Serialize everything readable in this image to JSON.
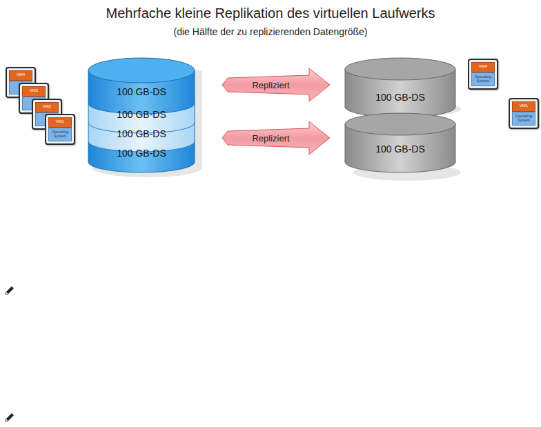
{
  "diagram": {
    "title": "Mehrfache kleine Replikation des virtuellen Laufwerks",
    "nodes": [
      {
        "text": [
          "VM4"
        ]
      },
      {
        "text": [
          "VM3"
        ]
      },
      {
        "text": [
          "VM2"
        ]
      },
      {
        "text": [
          "VM1",
          "Operating System"
        ]
      },
      {
        "text": [
          "100 GB-DS"
        ]
      },
      {
        "text": [
          "100 GB-DS"
        ]
      },
      {
        "text": [
          "100 GB-DS"
        ]
      },
      {
        "text": [
          "100 GB-DS"
        ]
      },
      {
        "text": [
          "100 GB-DS"
        ]
      },
      {
        "text": [
          "100 GB-DS"
        ]
      },
      {
        "text": [
          "VM4",
          "Operating System"
        ]
      },
      {
        "text": [
          "VM1",
          "Operating System"
        ]
      }
    ],
    "edges": [
      {
        "from": 4,
        "to": 8,
        "arrow": "to",
        "label": "Repliziert"
      },
      {
        "from": 7,
        "to": 9,
        "arrow": "to",
        "label": "Repliziert"
      }
    ],
    "labels": [
      "(die Hälfte der zu replizierenden Datengröße)"
    ]
  }
}
